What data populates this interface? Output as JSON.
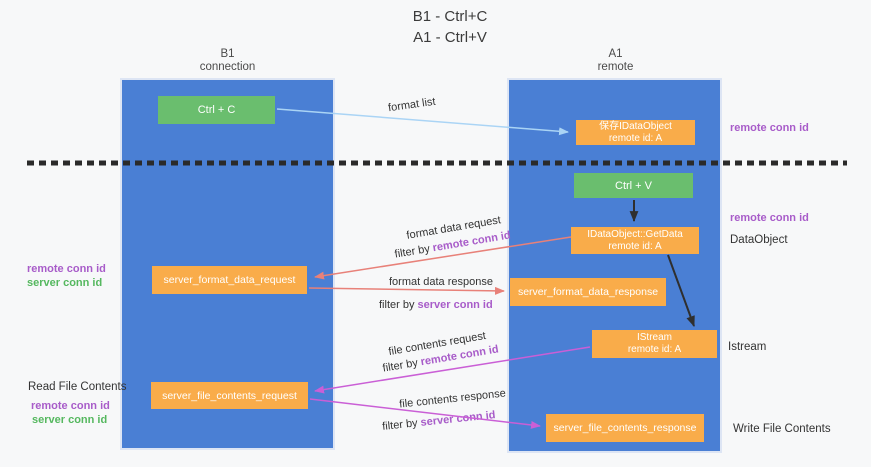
{
  "title": {
    "line1": "B1 - Ctrl+C",
    "line2": "A1 - Ctrl+V"
  },
  "lanes": {
    "left": {
      "name": "B1",
      "role": "connection"
    },
    "right": {
      "name": "A1",
      "role": "remote"
    }
  },
  "boxes": {
    "ctrl_c": "Ctrl + C",
    "ctrl_v": "Ctrl + V",
    "save_dataobject_line1": "保存IDataObject",
    "save_dataobject_line2": "remote id: A",
    "getdata_line1": "IDataObject::GetData",
    "getdata_line2": "remote id: A",
    "istream_line1": "IStream",
    "istream_line2": "remote id: A",
    "format_request": "server_format_data_request",
    "format_response": "server_format_data_response",
    "file_request": "server_file_contents_request",
    "file_response": "server_file_contents_response"
  },
  "right_labels": {
    "remote_conn_id_top": "remote conn id",
    "remote_conn_id_mid": "remote conn id",
    "dataobject": "DataObject",
    "istream": "Istream",
    "write_file_contents": "Write File Contents"
  },
  "left_labels": {
    "remote_conn_id_mid": "remote conn id",
    "server_conn_id_mid": "server conn id",
    "read_file_contents": "Read File Contents",
    "remote_conn_id_bottom": "remote conn id",
    "server_conn_id_bottom": "server conn id"
  },
  "arrow_labels": {
    "format_list": "format list",
    "format_data_request": "format data request",
    "format_data_request_filter_prefix": "filter by ",
    "format_data_request_filter_key": "remote conn id",
    "format_data_response": "format data response",
    "format_data_response_filter_prefix": "filter by ",
    "format_data_response_filter_key": "server conn id",
    "file_contents_request": "file contents request",
    "file_contents_request_filter_prefix": "filter by ",
    "file_contents_request_filter_key": "remote conn id",
    "file_contents_response": "file contents response",
    "file_contents_response_filter_prefix": "filter by ",
    "file_contents_response_filter_key": "server conn id"
  },
  "colors": {
    "lane_blue": "#4a7fd4",
    "box_green": "#6abe6e",
    "box_orange": "#f9ac4a",
    "label_purple": "#a85cc9",
    "label_green": "#55b85f",
    "arrow_salmon": "#e88179",
    "arrow_magenta": "#ca5fd6",
    "arrow_light_blue": "#aad4f5",
    "arrow_black": "#2f2f2f"
  }
}
